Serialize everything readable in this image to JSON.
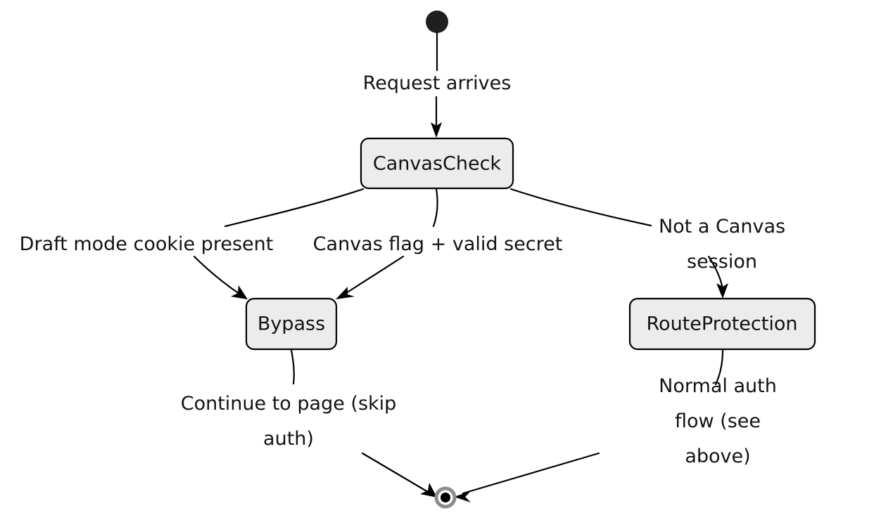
{
  "diagram": {
    "type": "state-diagram",
    "background_color": "#ffffff",
    "node_fill_color": "#ececec",
    "node_border_color": "#000000",
    "edge_color": "#000000",
    "text_color": "#121212",
    "start_node_color": "#1f1f1f",
    "end_node_ring_color": "#8c8c8c",
    "end_node_dot_color": "#000000"
  },
  "states": {
    "canvas_check": "CanvasCheck",
    "bypass": "Bypass",
    "route_protection": "RouteProtection"
  },
  "transitions": {
    "start_to_check": "Request arrives",
    "check_to_bypass_draft": "Draft mode cookie present",
    "check_to_bypass_flag": "Canvas flag + valid secret",
    "check_to_protection": "Not a Canvas session",
    "bypass_to_end": "Continue to page (skip\nauth)",
    "protection_to_end": "Normal auth flow (see\nabove)"
  }
}
